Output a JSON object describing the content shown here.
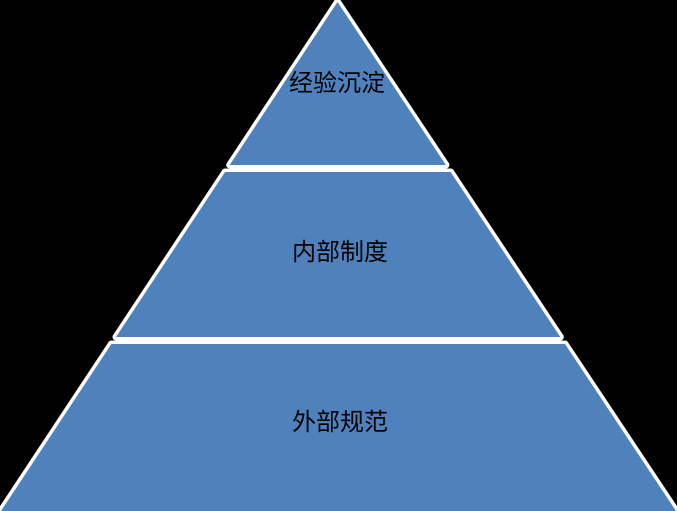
{
  "diagram": {
    "type": "pyramid",
    "tier_count": 3,
    "colors": {
      "background": "#000000",
      "tier_fill": "#4F81BD",
      "tier_border": "#FFFFFF",
      "label_text": "#000000"
    },
    "tiers": [
      {
        "position": "top",
        "label": "经验沉淀"
      },
      {
        "position": "middle",
        "label": "内部制度"
      },
      {
        "position": "bottom",
        "label": "外部规范"
      }
    ]
  }
}
